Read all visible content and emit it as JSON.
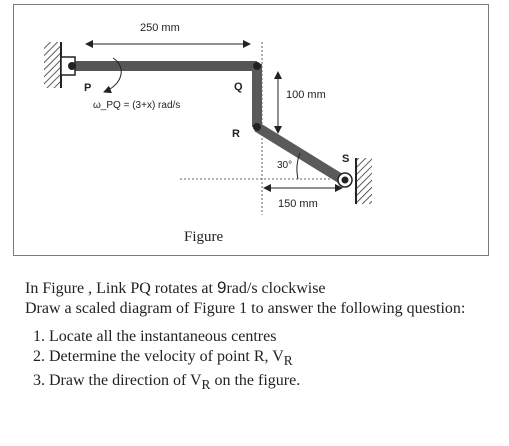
{
  "figure": {
    "dim_pq": "250 mm",
    "dim_qr": "100 mm",
    "dim_rs": "150 mm",
    "angle": "30°",
    "omega_label": "ω_PQ = (3+x) rad/s",
    "point_p": "P",
    "point_q": "Q",
    "point_r": "R",
    "point_s": "S",
    "caption": "Figure"
  },
  "problem": {
    "line1_a": "In Figure  , Link PQ rotates at ",
    "line1_speed": "9",
    "line1_b": "rad/s clockwise",
    "line2": "Draw a scaled diagram of Figure 1 to answer the following question:",
    "items": [
      "Locate all the instantaneous centres",
      "Determine the velocity of point R, V",
      "Draw the direction of V"
    ],
    "item2_sub": "R",
    "item3_sub": "R",
    "item3_tail": " on the figure."
  }
}
